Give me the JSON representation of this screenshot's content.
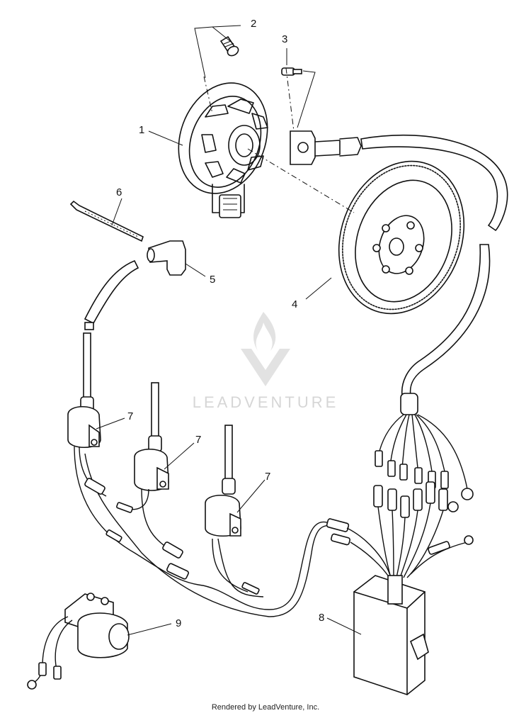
{
  "callouts": {
    "c1": "1",
    "c2": "2",
    "c3": "3",
    "c4": "4",
    "c5": "5",
    "c6": "6",
    "c7a": "7",
    "c7b": "7",
    "c7c": "7",
    "c8": "8",
    "c9": "9"
  },
  "watermark": "LEADVENTURE",
  "footer": "Rendered by LeadVenture, Inc."
}
